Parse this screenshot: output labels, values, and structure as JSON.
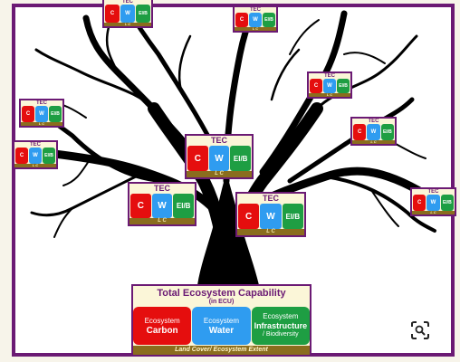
{
  "small_box": {
    "header": "TEC",
    "carbon": "C",
    "water": "W",
    "infra": "EI/B",
    "footer": "L C"
  },
  "main_box": {
    "title": "Total  Ecosystem Capability",
    "subtitle": "(in ECU)",
    "carbon_line1": "Ecosystem",
    "carbon_line2": "Carbon",
    "water_line1": "Ecosystem",
    "water_line2": "Water",
    "infra_line1": "Ecosystem",
    "infra_line2": "Infrastructure",
    "infra_line3": "/ Biodiversity",
    "footer": "Land Cover/ Ecosystem Extent"
  },
  "colors": {
    "frame": "#6b1a74",
    "carbon": "#e50e0e",
    "water": "#2f9cf0",
    "infra": "#1e9e43",
    "land_cover": "#8a6d1e",
    "tree": "#000000"
  },
  "icons": {
    "zoom": "search-zoom-icon"
  }
}
